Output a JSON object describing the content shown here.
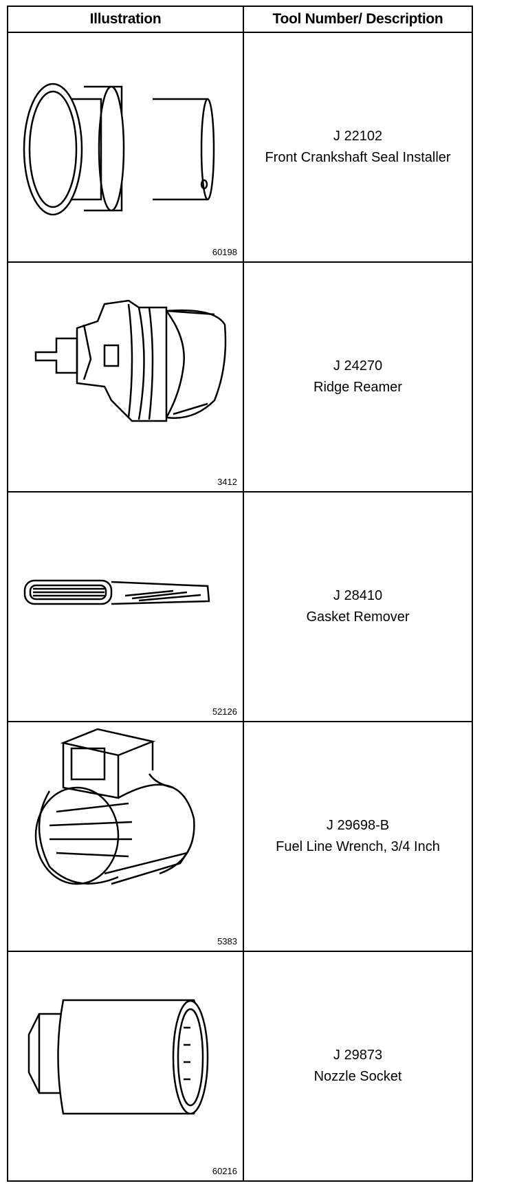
{
  "headers": {
    "illustration": "Illustration",
    "tool": "Tool Number/ Description"
  },
  "rows": [
    {
      "fig": "60198",
      "number": "J 22102",
      "description": "Front Crankshaft Seal Installer"
    },
    {
      "fig": "3412",
      "number": "J 24270",
      "description": "Ridge Reamer"
    },
    {
      "fig": "52126",
      "number": "J 28410",
      "description": "Gasket Remover"
    },
    {
      "fig": "5383",
      "number": "J 29698-B",
      "description": "Fuel Line Wrench, 3/4 Inch"
    },
    {
      "fig": "60216",
      "number": "J 29873",
      "description": "Nozzle Socket"
    }
  ],
  "icons": [
    "seal-installer-icon",
    "ridge-reamer-icon",
    "gasket-remover-icon",
    "fuel-line-wrench-icon",
    "nozzle-socket-icon"
  ]
}
